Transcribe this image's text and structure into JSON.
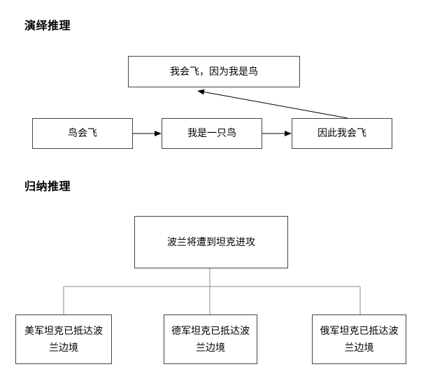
{
  "deduction": {
    "heading": "演绎推理",
    "conclusion": "我会飞，因为我是鸟",
    "steps": [
      "鸟会飞",
      "我是一只鸟",
      "因此我会飞"
    ]
  },
  "induction": {
    "heading": "归纳推理",
    "conclusion": "波兰将遭到坦克进攻",
    "evidence": [
      [
        "美军坦克已抵达波",
        "兰边境"
      ],
      [
        "德军坦克已抵达波",
        "兰边境"
      ],
      [
        "俄军坦克已抵达波",
        "兰边境"
      ]
    ]
  },
  "colors": {
    "line": "#000000",
    "box_border": "#444444",
    "tree_line": "#8a8a8a"
  }
}
